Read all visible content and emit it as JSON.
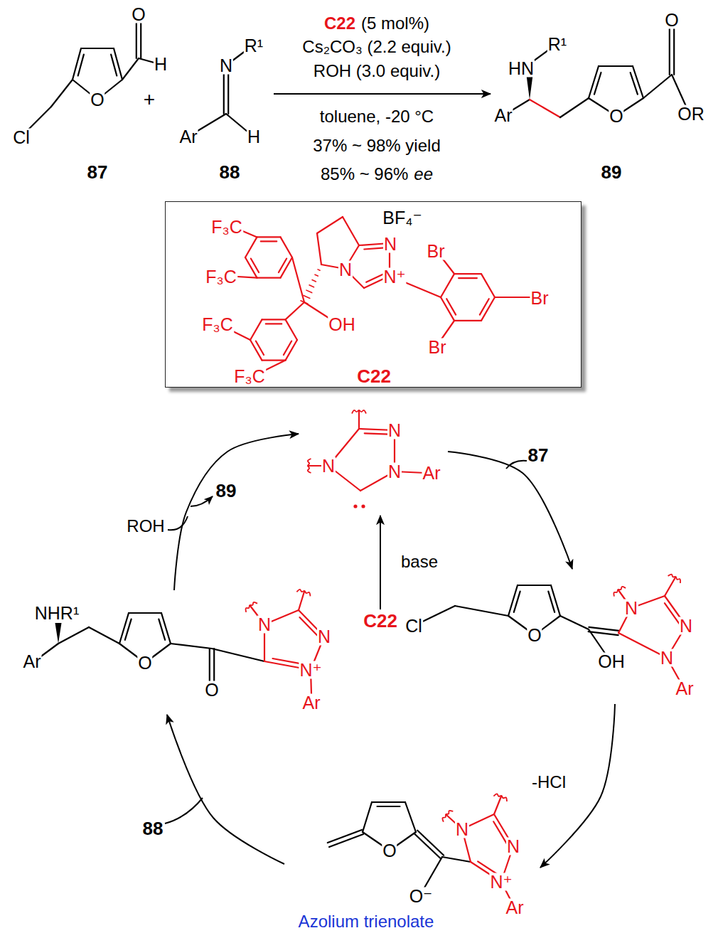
{
  "diagram": {
    "nodes": [
      {
        "text": [
          "O",
          "H",
          "O",
          "Cl",
          "87"
        ]
      },
      {
        "text": [
          "N",
          "R¹",
          "Ar",
          "H",
          "88"
        ]
      },
      {
        "text": [
          "HN",
          "R¹",
          "Ar",
          "O",
          "O",
          "OR",
          "89"
        ]
      },
      {
        "text": [
          "F₃C",
          "F₃C",
          "F₃C",
          "F₃C",
          "BF₄⁻",
          "N",
          "N⁺",
          "N",
          "Br",
          "Br",
          "Br",
          "OH",
          "C22"
        ]
      },
      {
        "text": [
          "N",
          "N",
          "N",
          "Ar"
        ]
      },
      {
        "text": [
          "Cl",
          "O",
          "OH",
          "N",
          "N",
          "N",
          "Ar"
        ]
      },
      {
        "text": [
          "O",
          "O⁻",
          "N",
          "N",
          "N⁺",
          "Ar",
          "Azolium trienolate"
        ]
      },
      {
        "text": [
          "NHR¹",
          "Ar",
          "O",
          "O",
          "N",
          "N",
          "N⁺",
          "Ar"
        ]
      },
      {
        "text": [
          "C22"
        ]
      }
    ],
    "edges": [
      {
        "from": 1,
        "to": 2,
        "arrow": "to"
      },
      {
        "from": 4,
        "to": 5,
        "arrow": "to"
      },
      {
        "from": 5,
        "to": 6,
        "label": "-HCl",
        "arrow": "to"
      },
      {
        "from": 6,
        "to": 7,
        "arrow": "to"
      },
      {
        "from": 7,
        "to": 4,
        "arrow": "to"
      },
      {
        "from": 8,
        "to": 4,
        "label": "base",
        "arrow": "to"
      }
    ],
    "labels": [
      "+",
      "C22",
      "(5 mol%)",
      "Cs₂CO₃ (2.2 equiv.)",
      "ROH (3.0 equiv.)",
      "toluene, -20 °C",
      "37% ~ 98% yield",
      "85% ~ 96%",
      "ee",
      "87",
      "89",
      "ROH",
      "88"
    ]
  }
}
